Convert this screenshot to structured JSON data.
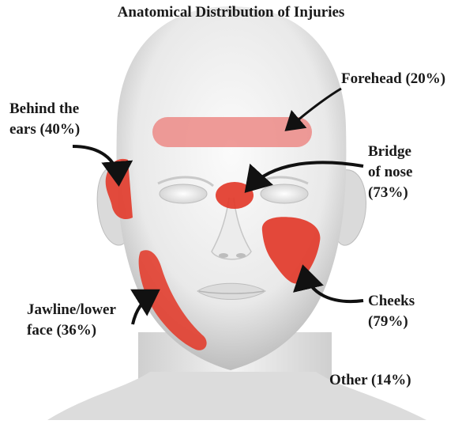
{
  "title": "Anatomical Distribution of Injuries",
  "labels": {
    "forehead": "Forehead (20%)",
    "behind_ears_line1": "Behind the",
    "behind_ears_line2": "ears (40%)",
    "nose_line1": "Bridge",
    "nose_line2": "of nose",
    "nose_line3": "(73%)",
    "cheeks_line1": "Cheeks",
    "cheeks_line2": "(79%)",
    "jaw_line1": "Jawline/lower",
    "jaw_line2": "face (36%)",
    "other": "Other (14%)"
  },
  "colors": {
    "injury": "#e23a2a",
    "forehead_injury": "#ec8a86",
    "skin_light": "#fafafa",
    "skin_shadow": "#b9b9b9",
    "arrow": "#111111"
  }
}
